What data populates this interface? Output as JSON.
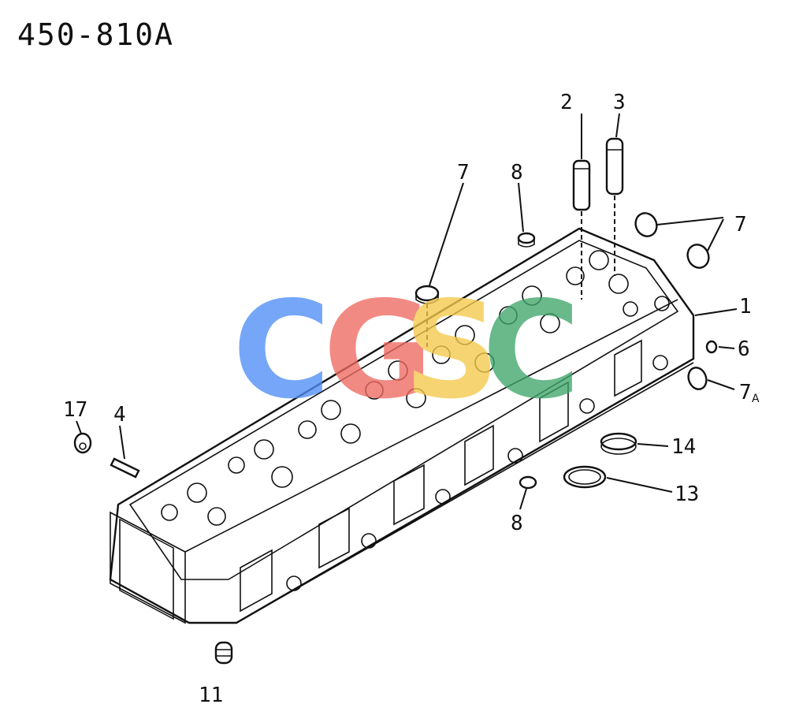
{
  "diagram_code": "450-810A",
  "watermark": {
    "text": "CGSC",
    "letters": [
      {
        "char": "C",
        "color": "#4f8ef7"
      },
      {
        "char": "G",
        "color": "#ef6a62"
      },
      {
        "char": "S",
        "color": "#f5c84b"
      },
      {
        "char": "C",
        "color": "#3fa66b"
      }
    ]
  },
  "callouts": [
    {
      "id": "c1",
      "label": "1"
    },
    {
      "id": "c2",
      "label": "2"
    },
    {
      "id": "c3",
      "label": "3"
    },
    {
      "id": "c4",
      "label": "4"
    },
    {
      "id": "c6",
      "label": "6"
    },
    {
      "id": "c7a",
      "label": "7"
    },
    {
      "id": "c7b",
      "label": "7"
    },
    {
      "id": "c7c",
      "label": "7",
      "suffix": "A"
    },
    {
      "id": "c8a",
      "label": "8"
    },
    {
      "id": "c8b",
      "label": "8"
    },
    {
      "id": "c11",
      "label": "11"
    },
    {
      "id": "c13",
      "label": "13"
    },
    {
      "id": "c14",
      "label": "14"
    },
    {
      "id": "c17",
      "label": "17"
    }
  ]
}
